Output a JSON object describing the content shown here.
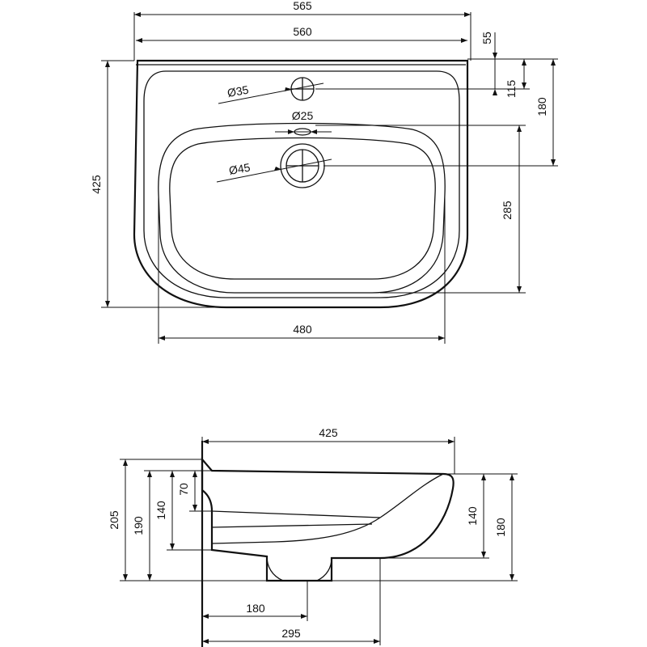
{
  "top_view": {
    "dims": {
      "overall_width": "565",
      "width": "560",
      "rear_edge": "55",
      "tap_hole_offset": "115",
      "overflow_offset": "180",
      "depth": "425",
      "bowl_depth": "285",
      "bowl_width": "480"
    },
    "holes": {
      "tap_hole": "Ø35",
      "overflow": "Ø25",
      "drain": "Ø45"
    }
  },
  "side_view": {
    "dims": {
      "depth": "425",
      "total_height": "205",
      "height": "190",
      "bowl_height": "140",
      "rim_height": "70",
      "front_height_inner": "140",
      "front_height_outer": "180",
      "drain_offset": "180",
      "bowl_length": "295"
    }
  }
}
